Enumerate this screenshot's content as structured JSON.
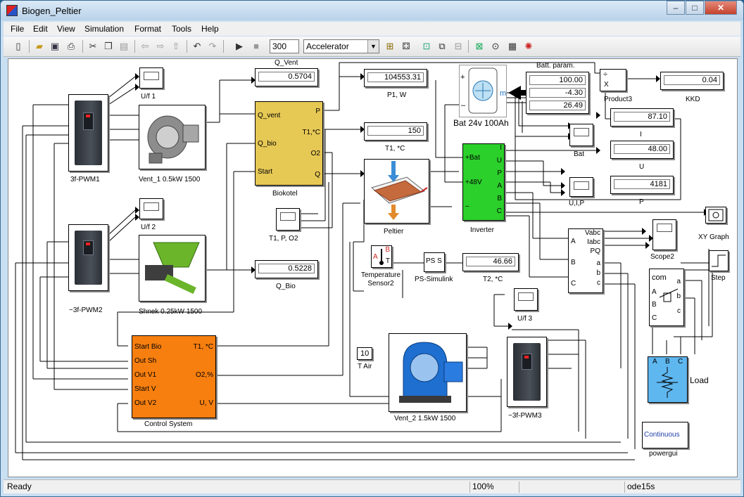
{
  "window": {
    "title": "Biogen_Peltier",
    "minimize": "–",
    "maximize": "□",
    "close": "✕"
  },
  "menu": [
    "File",
    "Edit",
    "View",
    "Simulation",
    "Format",
    "Tools",
    "Help"
  ],
  "toolbar": {
    "stop_time": "300",
    "sim_mode": "Accelerator"
  },
  "blocks": {
    "q_vent": {
      "label": "Q_Vent",
      "value": "0.5704"
    },
    "p1": {
      "label": "P1, W",
      "value": "104553.31"
    },
    "t1": {
      "label": "T1, *C",
      "value": "150"
    },
    "q_bio": {
      "label": "Q_Bio",
      "value": "0.5228"
    },
    "t2": {
      "label": "T2, *C",
      "value": "46.66"
    },
    "kkd": {
      "label": "KKD",
      "value": "0.04"
    },
    "i": {
      "label": "I",
      "value": "87.10"
    },
    "u": {
      "label": "U",
      "value": "48.00"
    },
    "p": {
      "label": "P",
      "value": "4181"
    },
    "batt_param": {
      "label": "Batt. param.",
      "values": [
        "100.00",
        "-4.30",
        "26.49"
      ]
    },
    "t_air": {
      "label": "T Air",
      "value": "10"
    },
    "uf1": "U/f 1",
    "uf2": "U/f 2",
    "uf3": "U/f 3",
    "pwm1": "3f-PWM1",
    "pwm2": "~3f-PWM2",
    "pwm3": "~3f-PWM3",
    "vent1": "Vent_1  0.5kW 1500",
    "vent2": "Vent_2  1.5kW 1500",
    "shnek": "Shnek 0.25kW 1500",
    "biokotel": {
      "label": "Biokotel",
      "in": [
        "Q_vent",
        "Q_bio",
        "Start"
      ],
      "out": [
        "P",
        "T1,*C",
        "O2",
        "Q"
      ]
    },
    "t1po2": "T1, P, O2",
    "battery": {
      "label": "Bat 24v 100Ah",
      "m": "m",
      "plus": "+",
      "minus": "–"
    },
    "product3": {
      "label": "Product3",
      "div": "÷",
      "mul": "X"
    },
    "bat_scope": "Bat",
    "uip": "U,I,P",
    "xy": "XY Graph",
    "peltier": "Peltier",
    "inverter": {
      "label": "Inverter",
      "in": [
        "+Bat",
        "+48V",
        "–"
      ],
      "out": [
        "I",
        "U",
        "P",
        "A",
        "B",
        "C"
      ]
    },
    "control": {
      "label": "Control System",
      "in": [
        "Start Bio",
        "Out Sh",
        "Out V1",
        "Start V",
        "Out V2"
      ],
      "out": [
        "T1, *C",
        "O2,%",
        "U, V"
      ]
    },
    "temp_sensor": {
      "label": "Temperature Sensor2",
      "a": "A",
      "b": "B",
      "t": "T"
    },
    "ps_simulink": {
      "label": "PS-Simulink",
      "text": "PS S"
    },
    "measure": {
      "in": [
        "A",
        "B",
        "C"
      ],
      "out": [
        "Vabc",
        "Iabc",
        "PQ",
        "a",
        "b",
        "c"
      ]
    },
    "scope2": "Scope2",
    "step": "Step",
    "breaker": {
      "com": "com",
      "ports": [
        "A",
        "B",
        "C",
        "a",
        "b",
        "c"
      ]
    },
    "load": {
      "label": "Load",
      "ports": [
        "A",
        "B",
        "C"
      ]
    },
    "powergui": {
      "label": "powergui",
      "text": "Continuous"
    }
  },
  "status": {
    "left": "Ready",
    "zoom": "100%",
    "solver": "ode15s"
  },
  "colors": {
    "biokotel": "#e6c855",
    "inverter": "#2bd02b",
    "control": "#f77f0f",
    "load": "#5fb7f0"
  }
}
